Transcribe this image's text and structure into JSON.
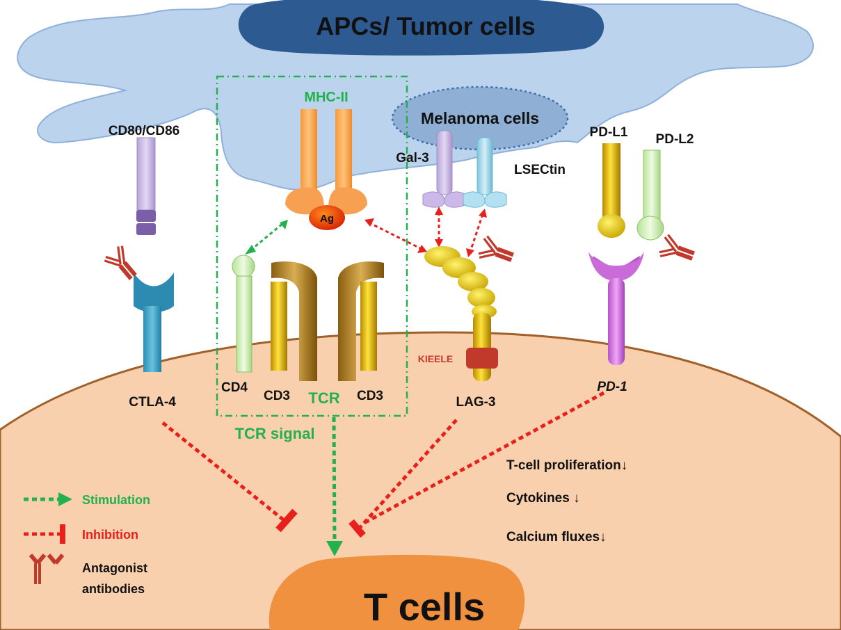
{
  "cells": {
    "apc_title": "APCs/ Tumor cells",
    "melanoma": "Melanoma cells",
    "tcell_title": "T cells"
  },
  "molecules": {
    "cd80_cd86": "CD80/CD86",
    "mhc_ii": "MHC-II",
    "antigen": "Ag",
    "gal3": "Gal-3",
    "lsectin": "LSECtin",
    "pd_l1": "PD-L1",
    "pd_l2": "PD-L2",
    "ctla4": "CTLA-4",
    "cd4": "CD4",
    "cd3_left": "CD3",
    "tcr": "TCR",
    "cd3_right": "CD3",
    "kieele": "KIEELE",
    "lag3": "LAG-3",
    "pd1": "PD-1",
    "tcr_signal": "TCR signal"
  },
  "effects": [
    "T-cell  proliferation↓",
    "Cytokines ↓",
    "Calcium fluxes↓"
  ],
  "legend": {
    "stimulation": "Stimulation",
    "inhibition": "Inhibition",
    "antibodies_line1": "Antagonist",
    "antibodies_line2": "antibodies"
  },
  "colors": {
    "stimulation": "#22b14c",
    "inhibition": "#e8201c",
    "apc_fill": "#bcd3ee",
    "tcell_fill": "#f9d0ad",
    "nucleus_fill": "#f0913f",
    "title_blob": "#2d5a91"
  }
}
